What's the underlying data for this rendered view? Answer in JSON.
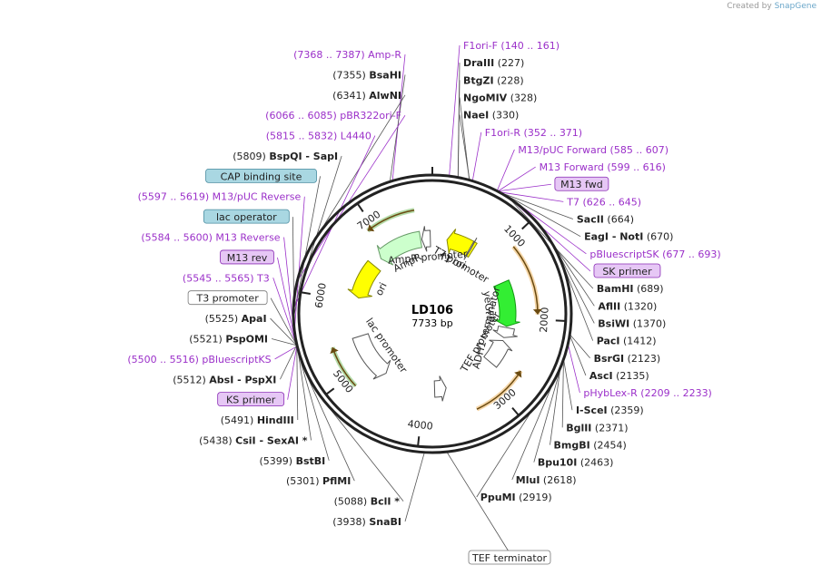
{
  "credit": {
    "prefix": "Created by",
    "app": "SnapGene"
  },
  "plasmid": {
    "name": "LD106",
    "length": "7733 bp",
    "size_bp": 7733
  },
  "ticks": [
    {
      "bp": 1000,
      "label": "1000"
    },
    {
      "bp": 2000,
      "label": "2000"
    },
    {
      "bp": 3000,
      "label": "3000"
    },
    {
      "bp": 4000,
      "label": "4000"
    },
    {
      "bp": 5000,
      "label": "5000"
    },
    {
      "bp": 6000,
      "label": "6000"
    },
    {
      "bp": 7000,
      "label": "7000"
    }
  ],
  "features": [
    {
      "name": "f1 ori",
      "start": 240,
      "end": 695,
      "dir": -1,
      "color": "#ffff00",
      "stroke": "#888800",
      "label": "f1 ori"
    },
    {
      "name": "T7 promoter",
      "start": 640,
      "end": 660,
      "dir": 1,
      "color": "#ffffff",
      "label": "T7 promoter"
    },
    {
      "name": "yeGFP",
      "start": 1420,
      "end": 2140,
      "dir": 1,
      "color": "#33ee33",
      "stroke": "#119911",
      "label": "yeGFP"
    },
    {
      "name": "ADH1 terminator",
      "start": 2160,
      "end": 2330,
      "dir": 1,
      "color": "#ffffff",
      "label": "ADH1 terminator"
    },
    {
      "name": "TEF promoter",
      "start": 2380,
      "end": 2790,
      "dir": -1,
      "color": "#ffffff",
      "label": "TEF promoter"
    },
    {
      "name": "TEF terminator",
      "start": 3640,
      "end": 3830,
      "dir": -1,
      "color": "#ffffff",
      "label": ""
    },
    {
      "name": "lac promoter",
      "start": 4680,
      "end": 5430,
      "dir": -1,
      "color": "#ffffff",
      "label": "lac promoter"
    },
    {
      "name": "ori",
      "start": 6060,
      "end": 6650,
      "dir": -1,
      "color": "#ffff00",
      "stroke": "#888800",
      "label": "ori"
    },
    {
      "name": "AmpR",
      "start": 6810,
      "end": 7540,
      "dir": -1,
      "color": "#ccffcc",
      "stroke": "#669966",
      "label": "AmpR"
    },
    {
      "name": "AmpR promoter",
      "start": 7560,
      "end": 7700,
      "dir": -1,
      "color": "#ffffff",
      "label": "AmpR promoter"
    }
  ],
  "outer_arcs": [
    {
      "start": 1080,
      "end": 1940,
      "dir": 1,
      "color": "#e8a33d"
    },
    {
      "start": 2640,
      "end": 3330,
      "dir": -1,
      "color": "#e8a33d"
    },
    {
      "start": 4870,
      "end": 5400,
      "dir": 1,
      "color": "#58b040"
    },
    {
      "start": 6920,
      "end": 7520,
      "dir": -1,
      "color": "#58b040"
    }
  ],
  "labels_right": [
    {
      "text": "F1ori-F",
      "range": "(140 .. 161)",
      "type": "primer",
      "bp": 150
    },
    {
      "text": "DraIII",
      "pos": "(227)",
      "type": "enzyme",
      "bp": 227
    },
    {
      "text": "BtgZI",
      "pos": "(228)",
      "type": "enzyme",
      "bp": 228
    },
    {
      "text": "NgoMIV",
      "pos": "(328)",
      "type": "enzyme",
      "bp": 328
    },
    {
      "text": "NaeI",
      "pos": "(330)",
      "type": "enzyme",
      "bp": 330
    },
    {
      "text": "F1ori-R",
      "range": "(352 .. 371)",
      "type": "primer",
      "bp": 360
    },
    {
      "text": "M13/pUC Forward",
      "range": "(585 .. 607)",
      "type": "primer",
      "bp": 595
    },
    {
      "text": "M13 Forward",
      "range": "(599 .. 616)",
      "type": "primer",
      "bp": 607
    },
    {
      "text": "M13 fwd",
      "type": "box-primer",
      "bp": 612
    },
    {
      "text": "T7",
      "range": "(626 .. 645)",
      "type": "primer",
      "bp": 635
    },
    {
      "text": "SacII",
      "pos": "(664)",
      "type": "enzyme",
      "bp": 664
    },
    {
      "text": "EagI",
      "extra": "NotI",
      "pos": "(670)",
      "type": "enzyme2",
      "bp": 670
    },
    {
      "text": "pBluescriptSK",
      "range": "(677 .. 693)",
      "type": "primer",
      "bp": 685
    },
    {
      "text": "SK primer",
      "type": "box-primer",
      "bp": 686
    },
    {
      "text": "BamHI",
      "pos": "(689)",
      "type": "enzyme",
      "bp": 689
    },
    {
      "text": "AflII",
      "pos": "(1320)",
      "type": "enzyme",
      "bp": 1320
    },
    {
      "text": "BsiWI",
      "pos": "(1370)",
      "type": "enzyme",
      "bp": 1370
    },
    {
      "text": "PacI",
      "pos": "(1412)",
      "type": "enzyme",
      "bp": 1412
    },
    {
      "text": "BsrGI",
      "pos": "(2123)",
      "type": "enzyme",
      "bp": 2123
    },
    {
      "text": "AscI",
      "pos": "(2135)",
      "type": "enzyme",
      "bp": 2135
    },
    {
      "text": "pHybLex-R",
      "range": "(2209 .. 2233)",
      "type": "primer",
      "bp": 2220
    },
    {
      "text": "I-SceI",
      "pos": "(2359)",
      "type": "enzyme",
      "bp": 2359
    },
    {
      "text": "BglII",
      "pos": "(2371)",
      "type": "enzyme",
      "bp": 2371
    },
    {
      "text": "BmgBI",
      "pos": "(2454)",
      "type": "enzyme",
      "bp": 2454
    },
    {
      "text": "Bpu10I",
      "pos": "(2463)",
      "type": "enzyme",
      "bp": 2463
    },
    {
      "text": "MluI",
      "pos": "(2618)",
      "type": "enzyme",
      "bp": 2618
    },
    {
      "text": "PpuMI",
      "pos": "(2919)",
      "type": "enzyme",
      "bp": 2919
    }
  ],
  "labels_left": [
    {
      "text": "Amp-R",
      "range": "(7368 .. 7387)",
      "type": "primer",
      "bp": 7378
    },
    {
      "text": "BsaHI",
      "pos": "(7355)",
      "type": "enzyme",
      "bp": 7355
    },
    {
      "text": "AlwNI",
      "pos": "(6341)",
      "type": "enzyme",
      "bp": 6341
    },
    {
      "text": "pBR322ori-F",
      "range": "(6066 .. 6085)",
      "type": "primer",
      "bp": 6075
    },
    {
      "text": "L4440",
      "range": "(5815 .. 5832)",
      "type": "primer",
      "bp": 5823
    },
    {
      "text": "BspQI",
      "extra": "SapI",
      "pos": "(5809)",
      "type": "enzyme2",
      "bp": 5809
    },
    {
      "text": "CAP binding site",
      "type": "box-teal",
      "bp": 5720
    },
    {
      "text": "M13/pUC Reverse",
      "range": "(5597 .. 5619)",
      "type": "primer",
      "bp": 5608
    },
    {
      "text": "lac operator",
      "type": "box-teal",
      "bp": 5600
    },
    {
      "text": "M13 Reverse",
      "range": "(5584 .. 5600)",
      "type": "primer",
      "bp": 5592
    },
    {
      "text": "M13 rev",
      "type": "box-primer",
      "bp": 5585
    },
    {
      "text": "T3",
      "range": "(5545 .. 5565)",
      "type": "primer",
      "bp": 5555
    },
    {
      "text": "T3 promoter",
      "type": "box-white",
      "bp": 5540
    },
    {
      "text": "ApaI",
      "pos": "(5525)",
      "type": "enzyme",
      "bp": 5525
    },
    {
      "text": "PspOMI",
      "pos": "(5521)",
      "type": "enzyme",
      "bp": 5521
    },
    {
      "text": "pBluescriptKS",
      "range": "(5500 .. 5516)",
      "type": "primer",
      "bp": 5508
    },
    {
      "text": "AbsI",
      "extra": "PspXI",
      "pos": "(5512)",
      "type": "enzyme2",
      "bp": 5512
    },
    {
      "text": "KS primer",
      "type": "box-primer",
      "bp": 5500
    },
    {
      "text": "HindIII",
      "pos": "(5491)",
      "type": "enzyme",
      "bp": 5491
    },
    {
      "text": "CsiI",
      "extra": "SexAI *",
      "pos": "(5438)",
      "type": "enzyme2",
      "bp": 5438
    },
    {
      "text": "BstBI",
      "pos": "(5399)",
      "type": "enzyme",
      "bp": 5399
    },
    {
      "text": "PflMI",
      "pos": "(5301)",
      "type": "enzyme",
      "bp": 5301
    },
    {
      "text": "BclI *",
      "pos": "(5088)",
      "type": "enzyme",
      "bp": 5088
    },
    {
      "text": "SnaBI",
      "pos": "(3938)",
      "type": "enzyme",
      "bp": 3938
    }
  ],
  "tef_terminator_box": {
    "text": "TEF terminator",
    "bp": 3735
  },
  "colors": {
    "primer": "#9b30c9",
    "enzyme": "#222222",
    "ring": "#222222"
  }
}
